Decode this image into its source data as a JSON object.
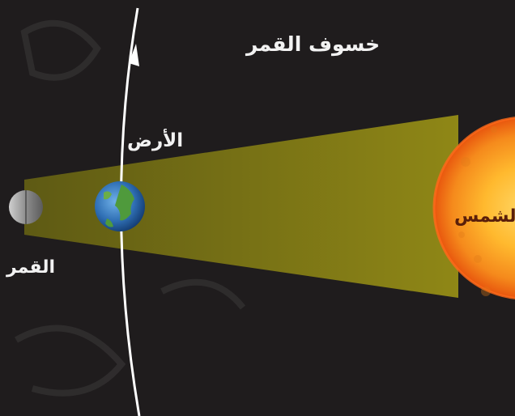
{
  "diagram": {
    "title": "خسوف القمر",
    "labels": {
      "earth": "الأرض",
      "moon": "القمر",
      "sun": "الشمس"
    },
    "colors": {
      "background": "#1f1c1d",
      "light_cone": "#8c8416",
      "sun_core": "#ffc43d",
      "sun_edge": "#e8560e",
      "earth_ocean": "#2f6fb4",
      "earth_land": "#4f9a3c",
      "moon": "#7a7a7a",
      "orbit": "#ffffff"
    },
    "bodies": [
      "sun",
      "earth",
      "moon"
    ],
    "orbit": "earth-orbit-arrow"
  }
}
